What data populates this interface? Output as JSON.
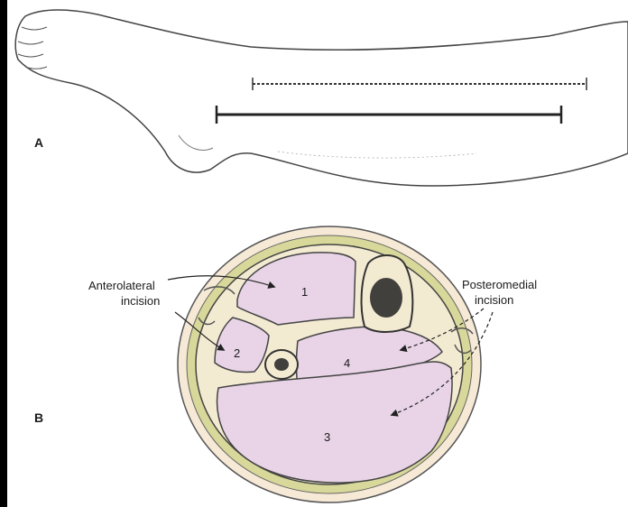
{
  "panels": {
    "a": "A",
    "b": "B"
  },
  "labels": {
    "anterolateral_line1": "Anterolateral",
    "anterolateral_line2": "incision",
    "posteromedial_line1": "Posteromedial",
    "posteromedial_line2": "incision"
  },
  "compartments": {
    "c1": "1",
    "c2": "2",
    "c3": "3",
    "c4": "4"
  },
  "colors": {
    "background": "#000000",
    "figure": "#ffffff",
    "muscle": "#e8d4e6",
    "fat": "#d8d89a",
    "skin": "#f6e9d6",
    "bone": "#f3ead2",
    "line": "#333333"
  }
}
